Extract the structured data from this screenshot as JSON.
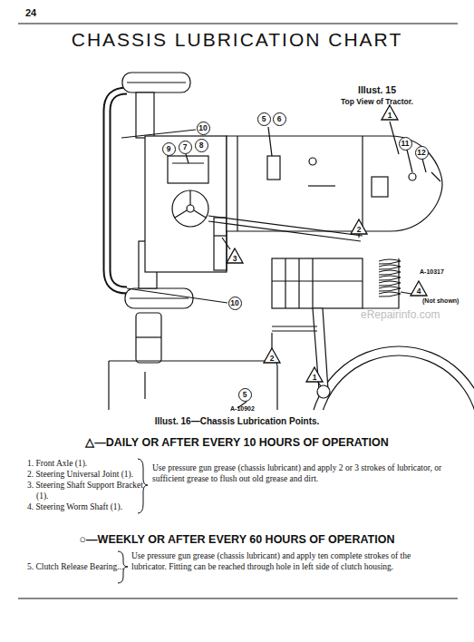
{
  "diagram": {
    "title": "CHASSIS LUBRICATION CHART",
    "caption": "Illust. 16—Chassis Lubrication Points.",
    "nodes": [
      {
        "text": [
          "1"
        ]
      },
      {
        "text": [
          "5"
        ]
      },
      {
        "text": [
          "6"
        ]
      },
      {
        "text": [
          "10"
        ]
      },
      {
        "text": [
          "9"
        ]
      },
      {
        "text": [
          "7"
        ]
      },
      {
        "text": [
          "8"
        ]
      },
      {
        "text": [
          "11"
        ]
      },
      {
        "text": [
          "12"
        ]
      },
      {
        "text": [
          "2"
        ]
      },
      {
        "text": [
          "3"
        ]
      },
      {
        "text": [
          "4"
        ]
      },
      {
        "text": [
          "10"
        ]
      },
      {
        "text": [
          "2"
        ]
      },
      {
        "text": [
          "1"
        ]
      },
      {
        "text": [
          "5"
        ]
      }
    ],
    "labels": [
      "24",
      "Illust. 15",
      "Top View of Tractor.",
      "A-10317",
      "(Not shown)",
      "eRepairinfo.com",
      "A-10902",
      "△—DAILY OR AFTER EVERY 10 HOURS OF OPERATION",
      "1. Front Axle (1).",
      "2. Steering Universal Joint (1).",
      "3. Steering Shaft Support Bracket (1).",
      "4. Steering Worm Shaft (1).",
      "Use pressure gun grease (chassis lubricant) and apply 2 or 3 strokes of lubricator, or sufficient grease to flush out old grease and dirt.",
      "○—WEEKLY OR AFTER EVERY 60 HOURS OF OPERATION",
      "5. Clutch Release Bearing...",
      "Use pressure gun grease (chassis lubricant) and apply ten complete strokes of the lubricator. Fitting can be reached through hole in left side of clutch housing."
    ]
  }
}
